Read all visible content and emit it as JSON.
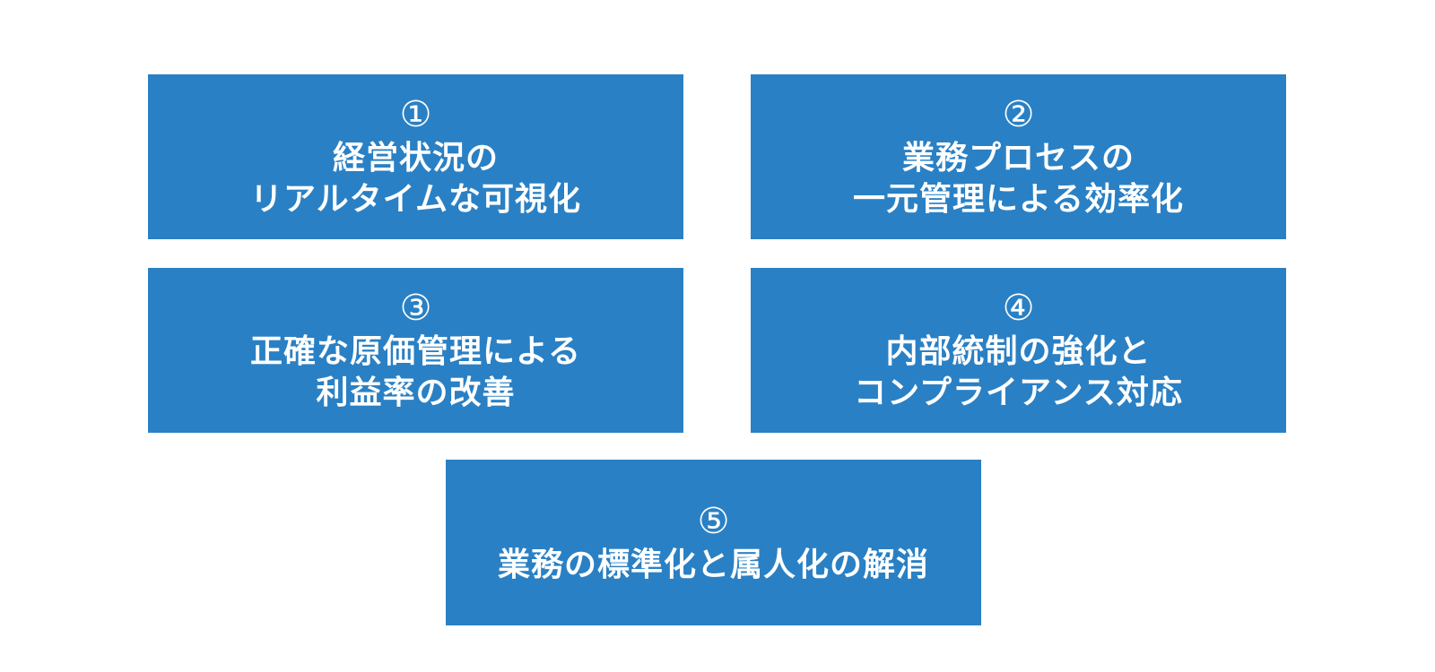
{
  "theme": {
    "page_background": "#ffffff",
    "box_color": "#2A80C4",
    "text_color": "#ffffff"
  },
  "boxes": [
    {
      "number": "①",
      "lines": [
        "経営状況の",
        "リアルタイムな可視化"
      ]
    },
    {
      "number": "②",
      "lines": [
        "業務プロセスの",
        "一元管理による効率化"
      ]
    },
    {
      "number": "③",
      "lines": [
        "正確な原価管理による",
        "利益率の改善"
      ]
    },
    {
      "number": "④",
      "lines": [
        "内部統制の強化と",
        "コンプライアンス対応"
      ]
    },
    {
      "number": "⑤",
      "lines": [
        "業務の標準化と属人化の解消"
      ]
    }
  ]
}
